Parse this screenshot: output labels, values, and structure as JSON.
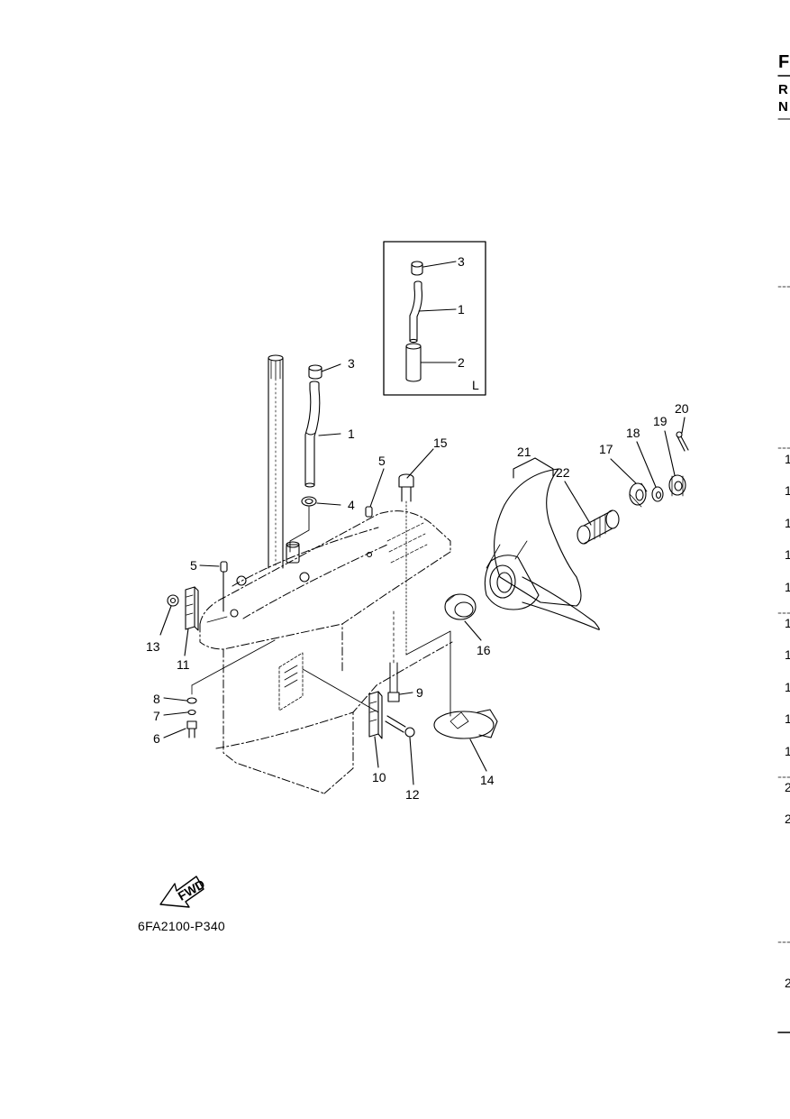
{
  "diagram": {
    "drawing_code": "6FA2100-P340",
    "fwd_label": "FWD",
    "inset_corner_label": "L",
    "inset_callouts": [
      "3",
      "1",
      "2"
    ],
    "callouts": [
      "1",
      "2",
      "3",
      "4",
      "5",
      "5",
      "6",
      "7",
      "8",
      "9",
      "10",
      "11",
      "12",
      "13",
      "14",
      "15",
      "16",
      "17",
      "18",
      "19",
      "20",
      "21",
      "22"
    ]
  },
  "right_edge": {
    "header_letters": [
      "F",
      "R",
      "N"
    ],
    "ref_numbers": [
      "1",
      "1",
      "1",
      "1",
      "1",
      "1",
      "1",
      "1",
      "1",
      "1",
      "2",
      "2",
      "2"
    ]
  },
  "colors": {
    "ink": "#000000",
    "paper": "#ffffff"
  }
}
